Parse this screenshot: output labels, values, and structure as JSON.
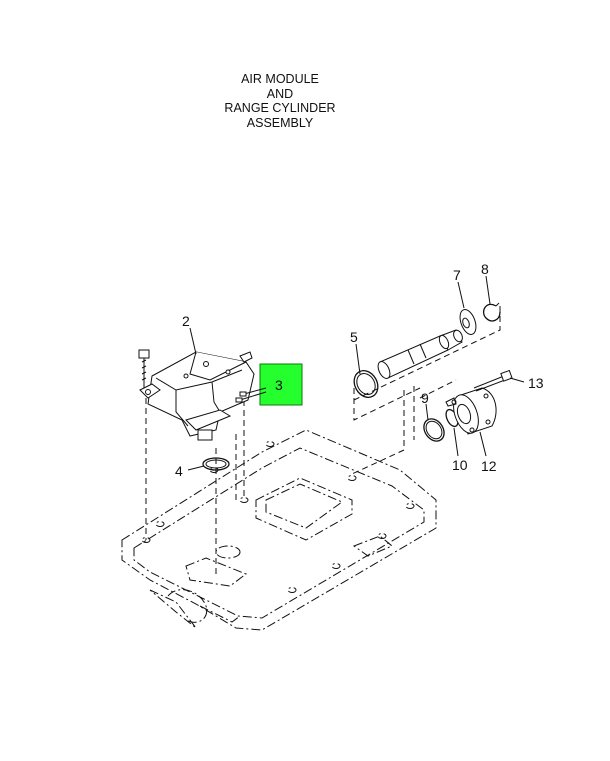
{
  "title": {
    "lines": [
      "AIR MODULE",
      "AND",
      "RANGE CYLINDER",
      "ASSEMBLY"
    ]
  },
  "callouts": {
    "c2": "2",
    "c3": "3",
    "c4": "4",
    "c5": "5",
    "c7": "7",
    "c8": "8",
    "c9": "9",
    "c10": "10",
    "c12": "12",
    "c13": "13"
  },
  "highlight": {
    "part": "3",
    "color": "#26ff2e"
  }
}
